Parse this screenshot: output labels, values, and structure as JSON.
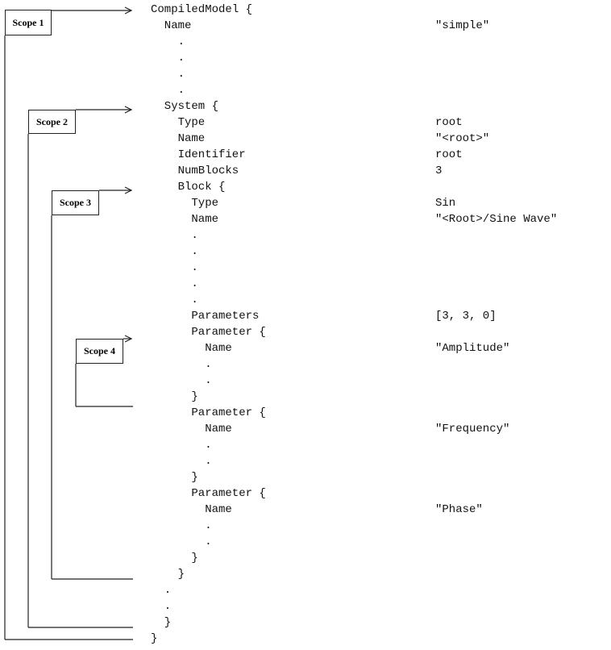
{
  "scopes": [
    {
      "label": "Scope 1"
    },
    {
      "label": "Scope 2"
    },
    {
      "label": "Scope 3"
    },
    {
      "label": "Scope 4"
    }
  ],
  "lines": [
    {
      "key": "CompiledModel {",
      "value": ""
    },
    {
      "key": "Name",
      "value": "\"simple\""
    },
    {
      "key": ".",
      "value": ""
    },
    {
      "key": ".",
      "value": ""
    },
    {
      "key": ".",
      "value": ""
    },
    {
      "key": ".",
      "value": ""
    },
    {
      "key": "System {",
      "value": ""
    },
    {
      "key": "Type",
      "value": "root"
    },
    {
      "key": "Name",
      "value": "\"<root>\""
    },
    {
      "key": "Identifier",
      "value": "root"
    },
    {
      "key": "NumBlocks",
      "value": "3"
    },
    {
      "key": "Block {",
      "value": ""
    },
    {
      "key": "Type",
      "value": "Sin"
    },
    {
      "key": "Name",
      "value": "\"<Root>/Sine Wave\""
    },
    {
      "key": ".",
      "value": ""
    },
    {
      "key": ".",
      "value": ""
    },
    {
      "key": ".",
      "value": ""
    },
    {
      "key": ".",
      "value": ""
    },
    {
      "key": ".",
      "value": ""
    },
    {
      "key": "Parameters",
      "value": "[3, 3, 0]"
    },
    {
      "key": "Parameter {",
      "value": ""
    },
    {
      "key": "Name",
      "value": "\"Amplitude\""
    },
    {
      "key": ".",
      "value": ""
    },
    {
      "key": ".",
      "value": ""
    },
    {
      "key": "}",
      "value": ""
    },
    {
      "key": "Parameter {",
      "value": ""
    },
    {
      "key": "Name",
      "value": "\"Frequency\""
    },
    {
      "key": ".",
      "value": ""
    },
    {
      "key": ".",
      "value": ""
    },
    {
      "key": "}",
      "value": ""
    },
    {
      "key": "Parameter {",
      "value": ""
    },
    {
      "key": "Name",
      "value": "\"Phase\""
    },
    {
      "key": ".",
      "value": ""
    },
    {
      "key": ".",
      "value": ""
    },
    {
      "key": "}",
      "value": ""
    },
    {
      "key": "}",
      "value": ""
    },
    {
      "key": ".",
      "value": ""
    },
    {
      "key": ".",
      "value": ""
    },
    {
      "key": "}",
      "value": ""
    },
    {
      "key": "}",
      "value": ""
    }
  ]
}
